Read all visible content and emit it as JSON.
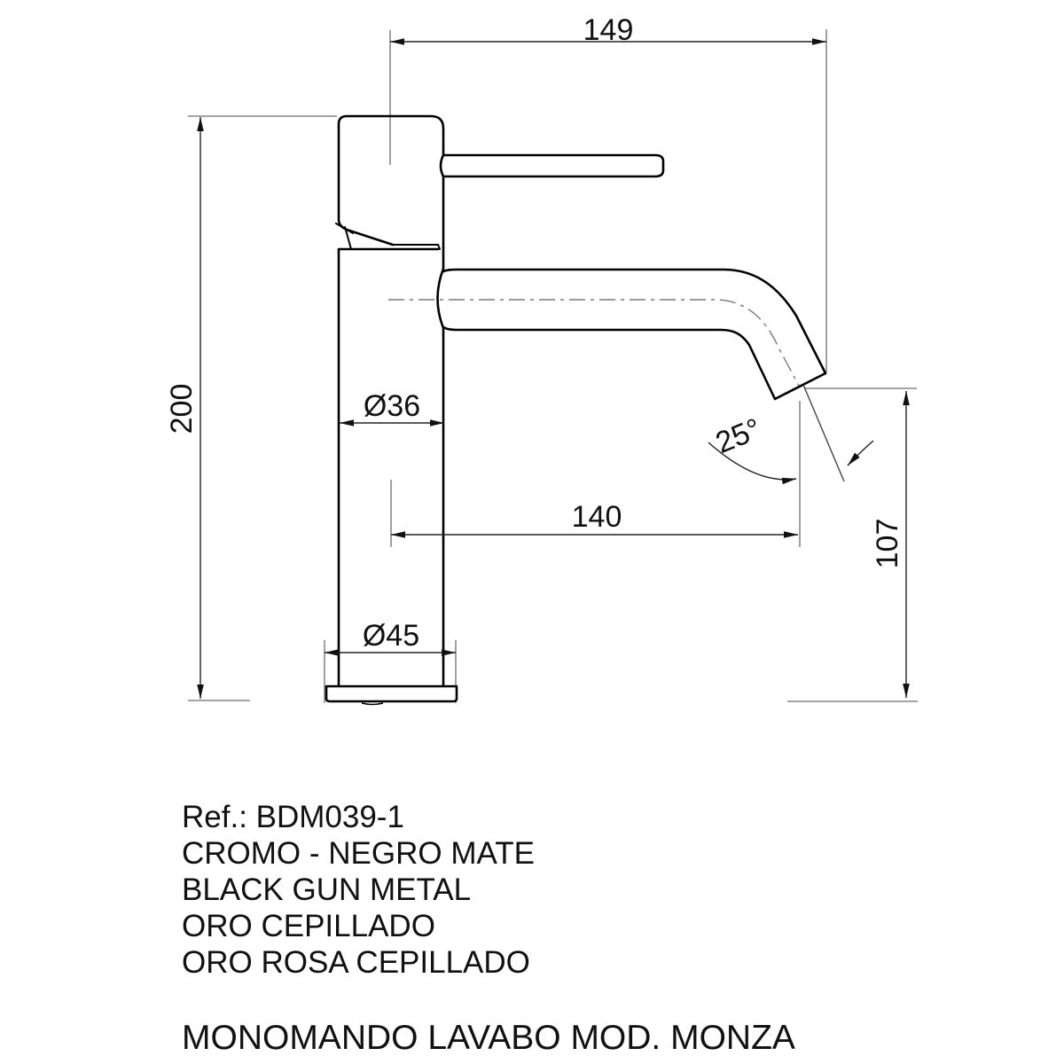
{
  "drawing": {
    "background_color": "#ffffff",
    "line_color": "#000000",
    "dimension_color": "#222222",
    "kind": "faucet-technical-drawing"
  },
  "dimensions": {
    "total_reach": "149",
    "total_height": "200",
    "body_diameter": "Ø36",
    "spout_reach": "140",
    "spout_height": "107",
    "base_diameter": "Ø45",
    "spout_angle": "25°"
  },
  "product_info": {
    "reference": "Ref.: BDM039-1",
    "finishes": [
      "CROMO - NEGRO MATE",
      "BLACK GUN METAL",
      "ORO CEPILLADO",
      "ORO ROSA CEPILLADO"
    ],
    "title": "MONOMANDO LAVABO MOD. MONZA"
  }
}
